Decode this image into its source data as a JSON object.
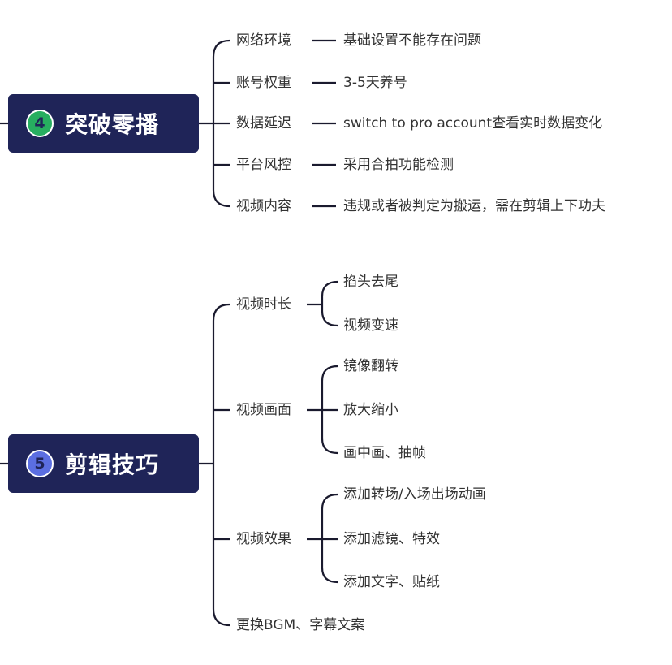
{
  "sections": [
    {
      "number": "4",
      "number_color": "#27ae60",
      "title": "突破零播",
      "branches": [
        {
          "label": "网络环境",
          "detail": "基础设置不能存在问题"
        },
        {
          "label": "账号权重",
          "detail": "3-5天养号"
        },
        {
          "label": "数据延迟",
          "detail": "switch to pro account查看实时数据变化"
        },
        {
          "label": "平台风控",
          "detail": "采用合拍功能检测"
        },
        {
          "label": "视频内容",
          "detail": "违规或者被判定为搬运，需在剪辑上下功夫"
        }
      ]
    },
    {
      "number": "5",
      "number_color": "#5b6ee1",
      "title": "剪辑技巧",
      "branches": [
        {
          "label": "视频时长",
          "children": [
            "掐头去尾",
            "视频变速"
          ]
        },
        {
          "label": "视频画面",
          "children": [
            "镜像翻转",
            "放大缩小",
            "画中画、抽帧"
          ]
        },
        {
          "label": "视频效果",
          "children": [
            "添加转场/入场出场动画",
            "添加滤镜、特效",
            "添加文字、贴纸"
          ]
        },
        {
          "label": "更换BGM、字幕文案"
        }
      ]
    }
  ],
  "colors": {
    "hub_bg": "#1f2458",
    "line": "#1a1a2e",
    "text": "#333333"
  }
}
